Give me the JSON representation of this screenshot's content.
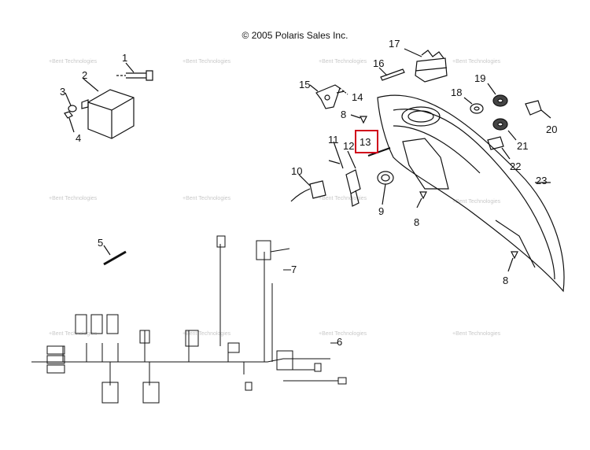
{
  "copyright": "© 2005 Polaris Sales Inc.",
  "watermark": "+Bent Technologies",
  "highlight_color": "#d0021b",
  "highlighted_part": "13",
  "callouts": {
    "c1": "1",
    "c2": "2",
    "c3": "3",
    "c4": "4",
    "c5": "5",
    "c6": "6",
    "c7": "7",
    "c8a": "8",
    "c8b": "8",
    "c8c": "8",
    "c9": "9",
    "c10": "10",
    "c11": "11",
    "c12": "12",
    "c13": "13",
    "c14": "14",
    "c15": "15",
    "c16": "16",
    "c17": "17",
    "c18": "18",
    "c19": "19",
    "c20": "20",
    "c21": "21",
    "c22": "22",
    "c23": "23"
  }
}
